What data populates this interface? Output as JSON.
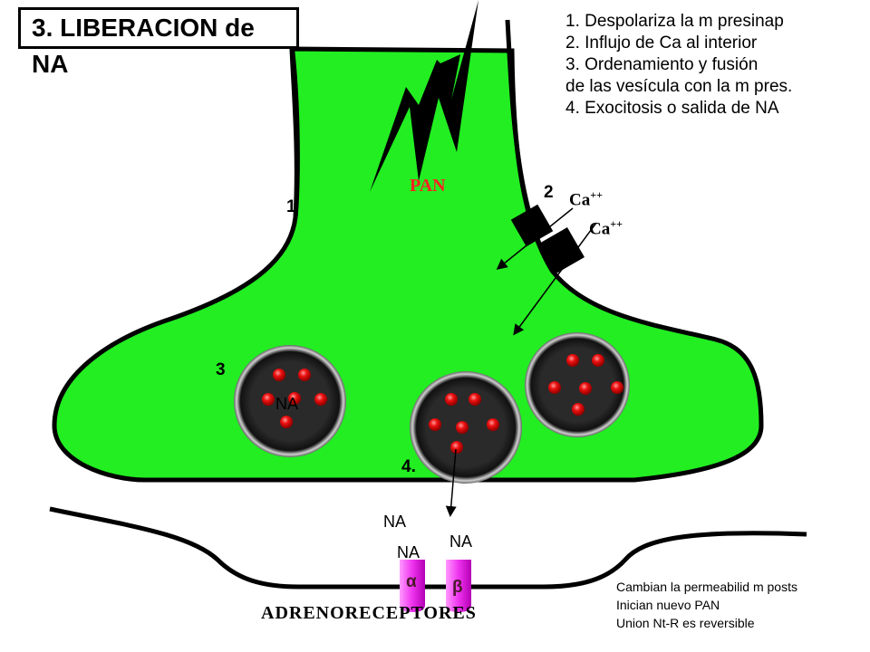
{
  "title": "3. LIBERACION de NA",
  "steps": [
    "1. Despolariza la m presinap",
    "2. Influjo de Ca al interior",
    "3. Ordenamiento y fusión",
    "de las vesícula con la m pres.",
    "4. Exocitosis o salida de NA"
  ],
  "labels": {
    "pan": "PAN",
    "marker_1": "1",
    "marker_2": "2",
    "marker_3": "3",
    "marker_4": "4.",
    "ca_1": "Ca",
    "ca_2": "Ca",
    "ca_charge": "++",
    "na_vesicle": "NA",
    "na_released_1": "NA",
    "na_released_2": "NA",
    "na_released_3": "NA",
    "alpha": "α",
    "beta": "β",
    "adrenoreceptors": "ADRENORECEPTORES"
  },
  "notes": [
    "Cambian la permeabilid m posts",
    "Inician nuevo PAN",
    "Union Nt-R es reversible"
  ],
  "colors": {
    "terminal": "#22ee22",
    "pan_text": "#ff2222",
    "receptor": "#ee33ee",
    "vesicle": "#2a2a2a",
    "granule": "#ee1111"
  }
}
